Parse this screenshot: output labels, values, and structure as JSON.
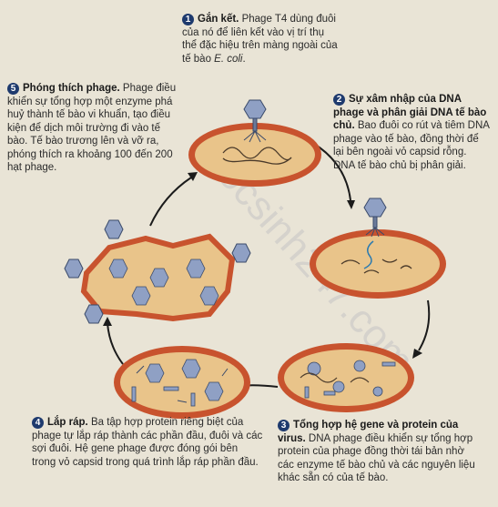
{
  "step1": {
    "number": "1",
    "title": "Gắn kết.",
    "body_pre": "Phage T4 dùng đuôi của nó để liên kết vào vị trí thụ thể đặc hiệu trên màng ngoài của tế bào ",
    "body_em": "E. coli",
    "body_post": "."
  },
  "step2": {
    "number": "2",
    "title": "Sự xâm nhập của DNA phage và phân giải DNA tế bào chủ.",
    "body": "Bao đuôi co rút và tiêm DNA phage vào tế bào, đồng thời để lại bên ngoài vỏ capsid rỗng. DNA tế bào chủ bị phân giải."
  },
  "step3": {
    "number": "3",
    "title": "Tổng hợp hệ gene và protein của virus.",
    "body": "DNA phage điều khiển sự tổng hợp protein của phage đồng thời tái bản nhờ các enzyme tế bào chủ và các nguyên liệu khác sẵn có của tế bào."
  },
  "step4": {
    "number": "4",
    "title": "Lắp ráp.",
    "body": "Ba tập hợp protein riêng biệt của phage tự lắp ráp thành các phần đầu, đuôi và các sợi đuôi. Hệ gene phage được đóng gói bên trong vỏ capsid trong quá trình lắp ráp phần đầu."
  },
  "step5": {
    "number": "5",
    "title": "Phóng thích phage.",
    "body": "Phage điều khiển sự tổng hợp một enzyme phá huỷ thành tế bào vi khuẩn, tạo điều kiện để dịch môi trường đi vào tế bào. Tế bào trương lên và vỡ ra, phóng thích ra khoảng 100 đến 200 hạt phage."
  },
  "watermark": "hocsinh247.com",
  "colors": {
    "cell_wall": "#c8532e",
    "cytoplasm": "#e9c48a",
    "badge": "#1e3a6e",
    "phage": "#7d8fb5",
    "background": "#e9e4d6"
  }
}
